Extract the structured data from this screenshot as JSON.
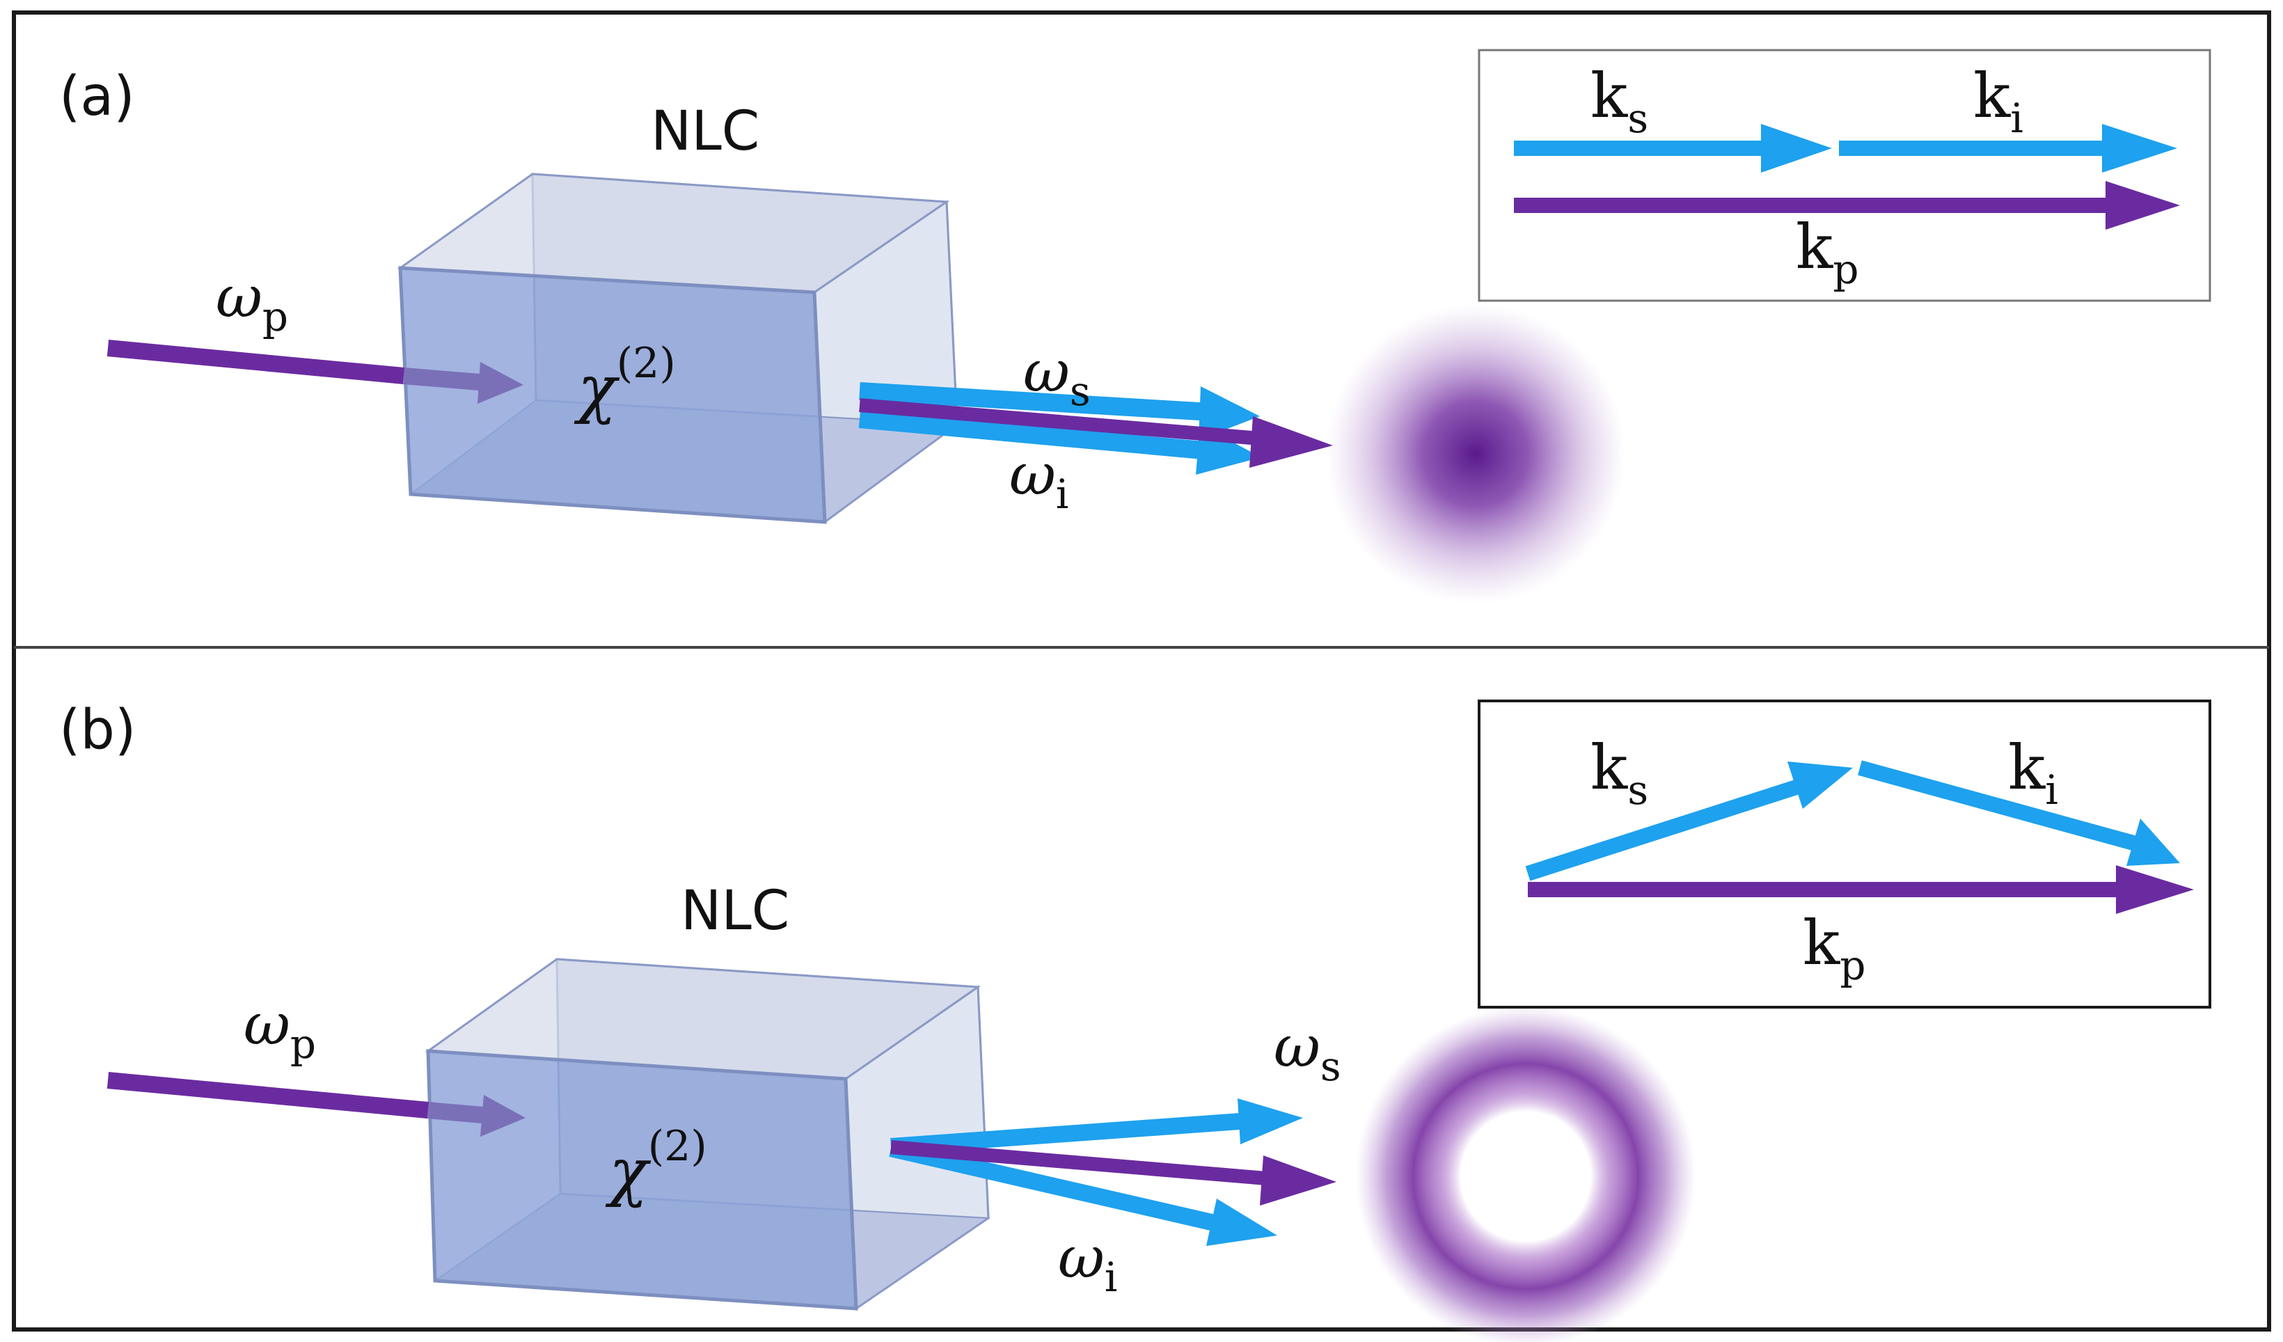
{
  "colors": {
    "pump": "#6a2ba0",
    "signal_idler": "#1ea1ee",
    "crystal_front": "#8fa4d8",
    "crystal_back": "#c9d0e6",
    "crystal_side": "#dde4f0",
    "crystal_edge": "#7d8fc0",
    "border": "#1a1a1a"
  },
  "panels": [
    {
      "id": "a",
      "label": "(a)",
      "crystal_label": "NLC",
      "chi_symbol": "χ",
      "chi_order": "(2)",
      "pump": {
        "symbol": "ω",
        "sub": "p"
      },
      "signal": {
        "symbol": "ω",
        "sub": "s"
      },
      "idler": {
        "symbol": "ω",
        "sub": "i"
      },
      "spot": "gaussian-spot",
      "inset": {
        "ks": {
          "symbol": "k",
          "sub": "s"
        },
        "ki": {
          "symbol": "k",
          "sub": "i"
        },
        "kp": {
          "symbol": "k",
          "sub": "p"
        },
        "geometry": "collinear"
      }
    },
    {
      "id": "b",
      "label": "(b)",
      "crystal_label": "NLC",
      "chi_symbol": "χ",
      "chi_order": "(2)",
      "pump": {
        "symbol": "ω",
        "sub": "p"
      },
      "signal": {
        "symbol": "ω",
        "sub": "s"
      },
      "idler": {
        "symbol": "ω",
        "sub": "i"
      },
      "spot": "ring-spot",
      "inset": {
        "ks": {
          "symbol": "k",
          "sub": "s"
        },
        "ki": {
          "symbol": "k",
          "sub": "i"
        },
        "kp": {
          "symbol": "k",
          "sub": "p"
        },
        "geometry": "non-collinear"
      }
    }
  ]
}
